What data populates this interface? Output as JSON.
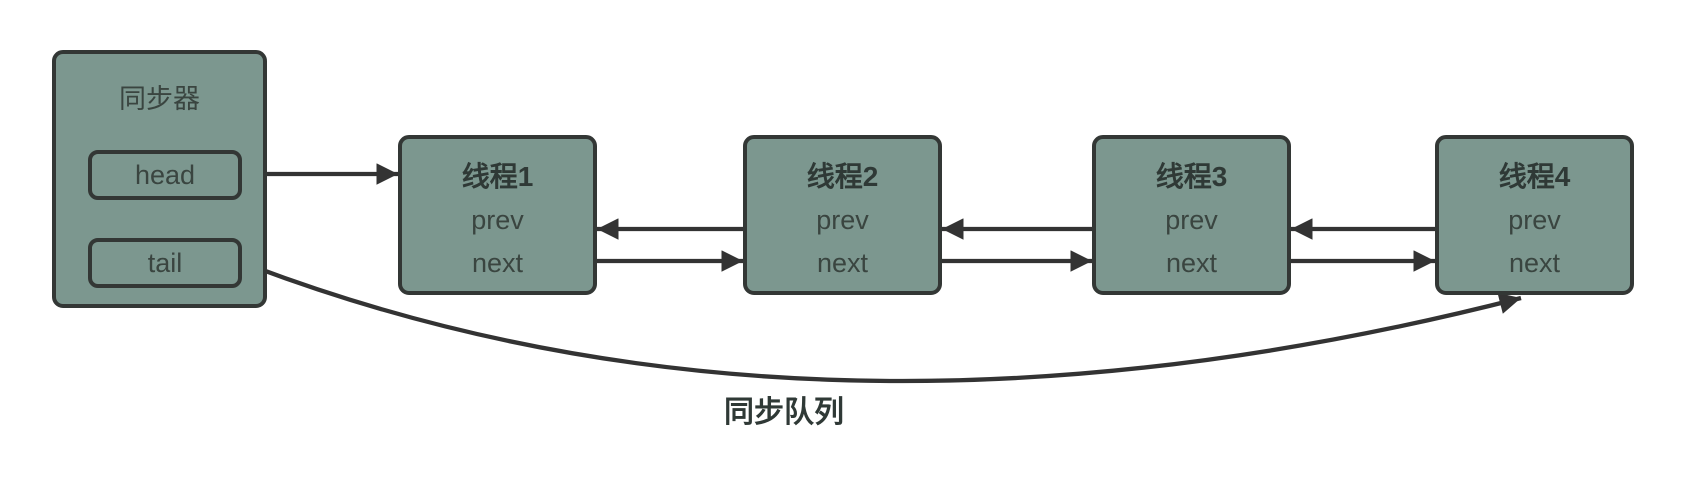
{
  "colors": {
    "box_fill": "#7c978f",
    "box_border": "#333735",
    "arrow": "#333333",
    "text": "#3a4540",
    "title_text": "#2f3936",
    "bg": "#ffffff"
  },
  "sync": {
    "title": "同步器",
    "head_label": "head",
    "tail_label": "tail"
  },
  "threads": [
    {
      "title": "线程1",
      "prev_label": "prev",
      "next_label": "next"
    },
    {
      "title": "线程2",
      "prev_label": "prev",
      "next_label": "next"
    },
    {
      "title": "线程3",
      "prev_label": "prev",
      "next_label": "next"
    },
    {
      "title": "线程4",
      "prev_label": "prev",
      "next_label": "next"
    }
  ],
  "caption": "同步队列",
  "edges": [
    {
      "from": "head",
      "to": "thread-1",
      "style": "straight-right"
    },
    {
      "from": "thread-2.prev",
      "to": "thread-1",
      "style": "straight-left"
    },
    {
      "from": "thread-1.next",
      "to": "thread-2",
      "style": "straight-right"
    },
    {
      "from": "thread-3.prev",
      "to": "thread-2",
      "style": "straight-left"
    },
    {
      "from": "thread-2.next",
      "to": "thread-3",
      "style": "straight-right"
    },
    {
      "from": "thread-4.prev",
      "to": "thread-3",
      "style": "straight-left"
    },
    {
      "from": "thread-3.next",
      "to": "thread-4",
      "style": "straight-right"
    },
    {
      "from": "tail",
      "to": "thread-4",
      "style": "curved-down"
    }
  ]
}
